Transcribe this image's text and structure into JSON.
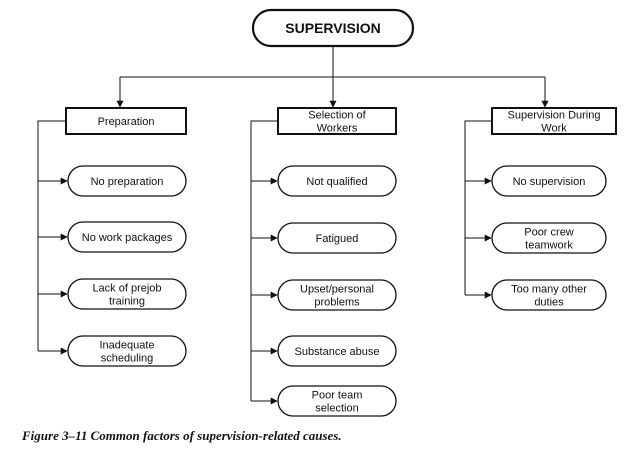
{
  "root": {
    "label": "SUPERVISION"
  },
  "categories": [
    {
      "label": [
        "Preparation"
      ],
      "items": [
        [
          "No preparation"
        ],
        [
          "No work packages"
        ],
        [
          "Lack of prejob",
          "training"
        ],
        [
          "Inadequate",
          "scheduling"
        ]
      ]
    },
    {
      "label": [
        "Selection of",
        "Workers"
      ],
      "items": [
        [
          "Not qualified"
        ],
        [
          "Fatigued"
        ],
        [
          "Upset/personal",
          "problems"
        ],
        [
          "Substance abuse"
        ],
        [
          "Poor team",
          "selection"
        ]
      ]
    },
    {
      "label": [
        "Supervision During",
        "Work"
      ],
      "items": [
        [
          "No supervision"
        ],
        [
          "Poor crew",
          "teamwork"
        ],
        [
          "Too many other",
          "duties"
        ]
      ]
    }
  ],
  "caption": "Figure 3–11  Common factors of supervision-related causes."
}
